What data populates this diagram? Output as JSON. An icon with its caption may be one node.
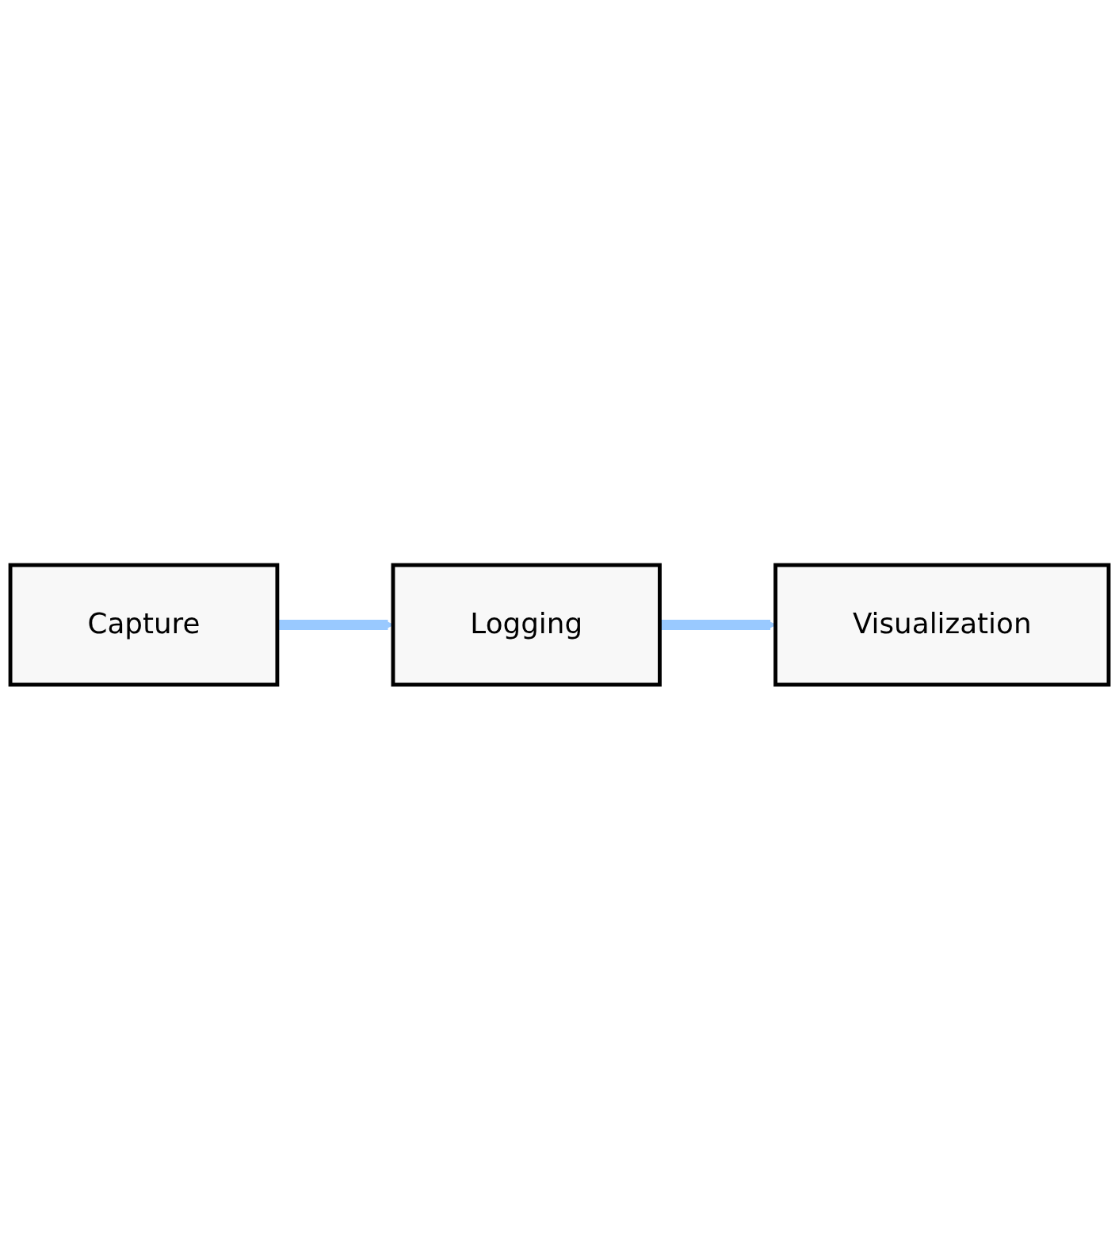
{
  "diagram": {
    "nodes": [
      {
        "text": [
          "Capture"
        ]
      },
      {
        "text": [
          "Logging"
        ]
      },
      {
        "text": [
          "Visualization"
        ]
      }
    ],
    "edges": [
      {
        "from": 0,
        "to": 1,
        "arrow": "to",
        "color": "#99c9ff"
      },
      {
        "from": 1,
        "to": 2,
        "arrow": "to",
        "color": "#99c9ff"
      }
    ]
  }
}
